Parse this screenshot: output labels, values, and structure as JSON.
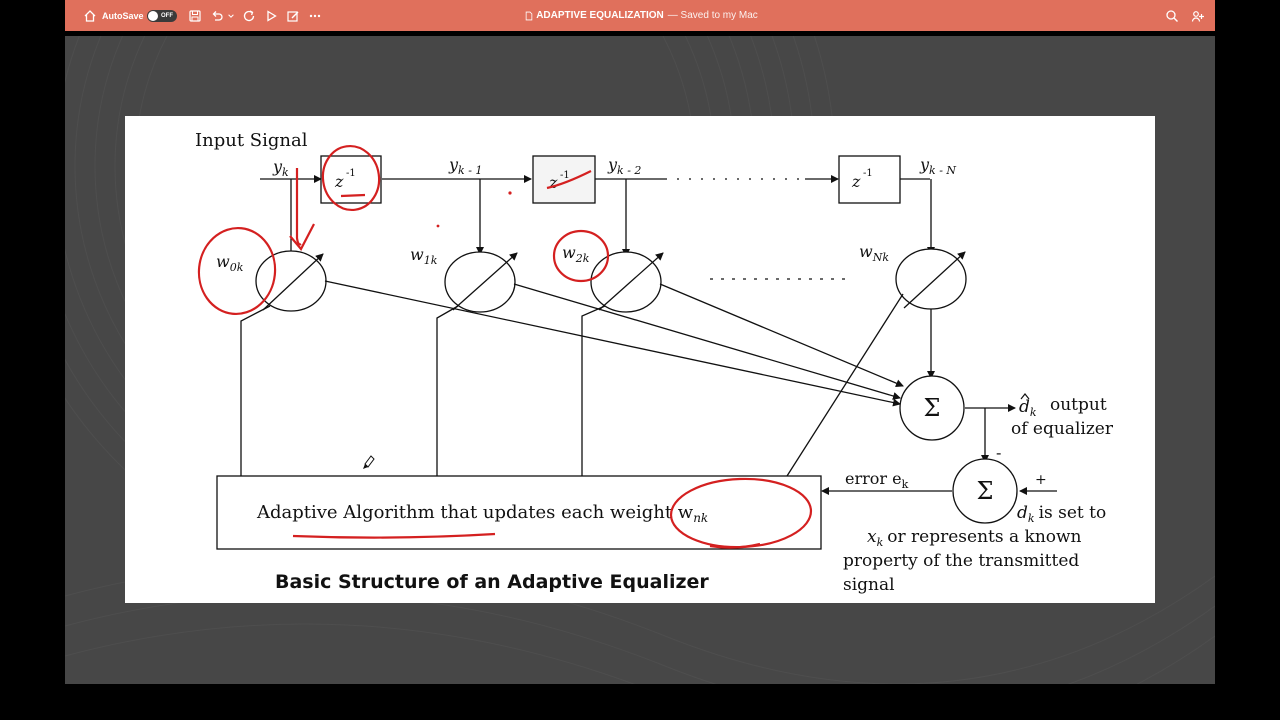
{
  "app": {
    "autosave_label": "AutoSave",
    "autosave_state": "OFF",
    "doc_title": "ADAPTIVE EQUALIZATION",
    "doc_status": "— Saved to my Mac"
  },
  "slide": {
    "input_label": "Input Signal",
    "delay_label": "z",
    "delay_exp": "-1",
    "tap_labels": [
      "y",
      "y",
      "y",
      "y"
    ],
    "tap_subs": [
      "k",
      "k - 1",
      "k - 2",
      "k - N"
    ],
    "weight_labels": [
      "w",
      "w",
      "w",
      "w"
    ],
    "weight_subs": [
      "0k",
      "1k",
      "2k",
      "Nk"
    ],
    "sum_symbol": "Σ",
    "output_label": "output",
    "output_label2": "of equalizer",
    "dk_var": "d",
    "dk_sub": "k",
    "minus_sign": "-",
    "plus_sign": "+",
    "error_label": "error e",
    "error_sub": "k",
    "dk_note_1": "is set to",
    "dk_note_x": "x",
    "dk_note_2": "or represents a known",
    "dk_note_3": "property of the transmitted",
    "dk_note_4": "signal",
    "algo_label": "Adaptive Algorithm that updates each weight w",
    "algo_sub": "nk",
    "caption": "Basic Structure of an Adaptive Equalizer"
  },
  "colors": {
    "titlebar": "#e0705c",
    "stage": "#474747",
    "annotation": "#d42020"
  }
}
